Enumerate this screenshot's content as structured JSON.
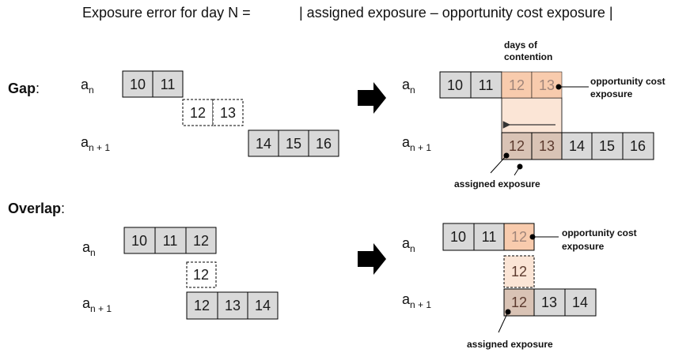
{
  "formula": {
    "left": "Exposure error for day N =",
    "right": "| assigned exposure – opportunity cost exposure |"
  },
  "gap": {
    "heading": "Gap",
    "heading_colon": ":",
    "left": {
      "an_label": "a",
      "an_sub": "n",
      "an1_label": "a",
      "an1_sub": "n + 1",
      "an_cells": [
        "10",
        "11"
      ],
      "gap_cells": [
        "12",
        "13"
      ],
      "an1_cells": [
        "14",
        "15",
        "16"
      ]
    },
    "right": {
      "an_label": "a",
      "an_sub": "n",
      "an1_label": "a",
      "an1_sub": "n + 1",
      "an_cells": [
        "10",
        "11",
        "12",
        "13"
      ],
      "an1_cells": [
        "12",
        "13",
        "14",
        "15",
        "16"
      ],
      "contention_line1": "days of",
      "contention_line2": "contention",
      "opp_line1": "opportunity cost",
      "opp_line2": "exposure",
      "assigned": "assigned exposure"
    }
  },
  "overlap": {
    "heading": "Overlap",
    "heading_colon": ":",
    "left": {
      "an_label": "a",
      "an_sub": "n",
      "an1_label": "a",
      "an1_sub": "n + 1",
      "an_cells": [
        "10",
        "11",
        "12"
      ],
      "mid_cells": [
        "12"
      ],
      "an1_cells": [
        "12",
        "13",
        "14"
      ]
    },
    "right": {
      "an_label": "a",
      "an_sub": "n",
      "an1_label": "a",
      "an1_sub": "n + 1",
      "an_cells": [
        "10",
        "11",
        "12"
      ],
      "mid_cells": [
        "12"
      ],
      "an1_cells": [
        "12",
        "13",
        "14"
      ],
      "opp_line1": "opportunity cost",
      "opp_line2": "exposure",
      "assigned": "assigned exposure"
    }
  },
  "colors": {
    "cell": "#d9d9d9",
    "opportunity": "#f8cbad",
    "contention_band": "#fbe5d6",
    "assigned": "#d9c3b5",
    "arrow": "#000000"
  }
}
